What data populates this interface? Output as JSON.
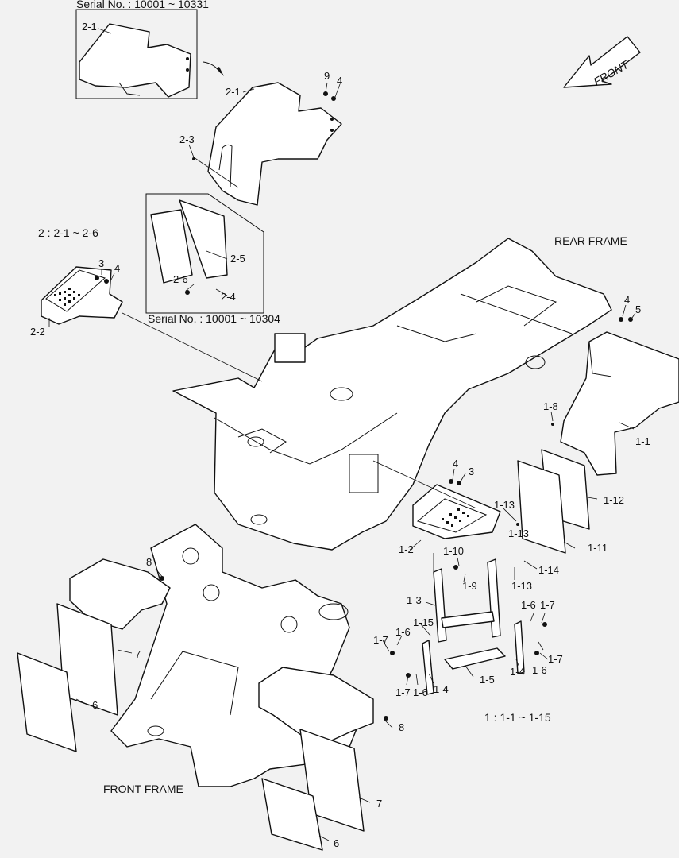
{
  "serial_top": "Serial No. : 10001 ~ 10331",
  "serial_mid": "Serial No. : 10001 ~ 10304",
  "group2": "2 : 2-1 ~ 2-6",
  "group1": "1 : 1-1 ~ 1-15",
  "rear_frame": "REAR FRAME",
  "front_frame": "FRONT FRAME",
  "front_arrow": "FRONT",
  "callouts": [
    "2-1",
    "2-1",
    "9",
    "4",
    "2-3",
    "2-5",
    "2-6",
    "2-4",
    "3",
    "4",
    "2-2",
    "4",
    "5",
    "1-8",
    "1-1",
    "4",
    "3",
    "1-12",
    "1-13",
    "1-11",
    "1-2",
    "1-13",
    "1-10",
    "1-9",
    "1-14",
    "1-13",
    "1-3",
    "1-6",
    "1-7",
    "1-15",
    "1-6",
    "1-7",
    "1-5",
    "1-4",
    "1-6",
    "1-7",
    "1-7",
    "1-6",
    "1-4",
    "8",
    "7",
    "6",
    "8",
    "7",
    "6"
  ]
}
